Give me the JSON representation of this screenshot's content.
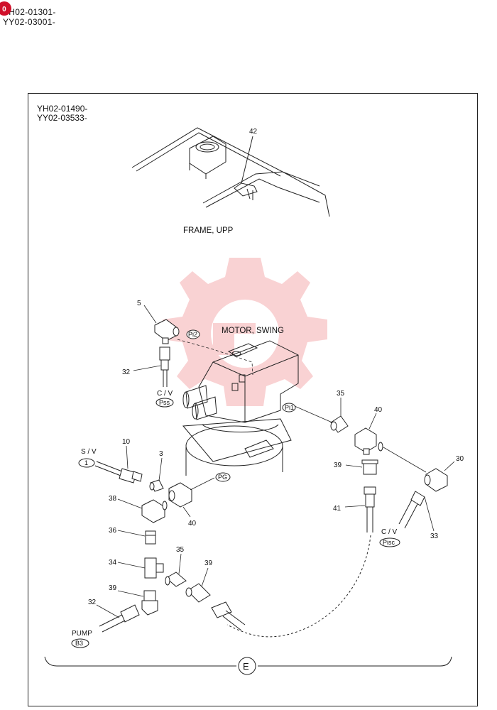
{
  "header": {
    "badge": "0",
    "serial_1": "YH02-01301-",
    "serial_2": "YY02-03001-"
  },
  "panel": {
    "serial_1": "YH02-01490-",
    "serial_2": "YY02-03533-",
    "section_mark": "E"
  },
  "labels": {
    "frame": "FRAME, UPP",
    "motor": "MOTOR, SWING",
    "cv_top": "C / V",
    "cv_right": "C / V",
    "sv": "S / V",
    "pump": "PUMP"
  },
  "ports": {
    "pi2": "Pi2",
    "pss": "Pss",
    "pi1": "Pi1",
    "pg": "PG",
    "sv1": "1",
    "pisc": "Pisc",
    "b3": "B3"
  },
  "parts": {
    "p42": "42",
    "p5": "5",
    "p32_top": "32",
    "p35_right": "35",
    "p40_right": "40",
    "p30": "30",
    "p10": "10",
    "p3": "3",
    "p39_right": "39",
    "p38": "38",
    "p40_left": "40",
    "p41": "41",
    "p33": "33",
    "p36": "36",
    "p34": "34",
    "p35_left": "35",
    "p39_mid": "39",
    "p39_left": "39",
    "p32_bottom": "32"
  }
}
